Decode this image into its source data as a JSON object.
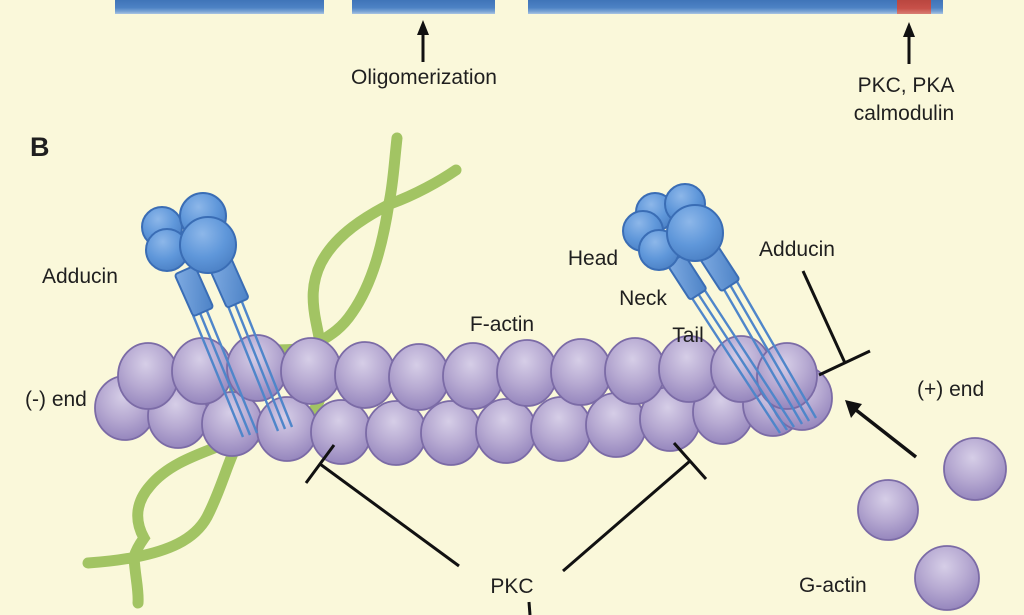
{
  "panelA": {
    "oligomerization": "Oligomerization",
    "kinases_line1": "PKC, PKA",
    "kinases_line2": "calmodulin"
  },
  "panelB": {
    "label": "B",
    "adducin_left": "Adducin",
    "adducin_right": "Adducin",
    "head": "Head",
    "neck": "Neck",
    "tail": "Tail",
    "f_actin": "F-actin",
    "g_actin": "G-actin",
    "minus_end": "(-) end",
    "plus_end": "(+) end",
    "pkc": "PKC"
  },
  "colors": {
    "background": "#faf8da",
    "domain_bar_blue": "#4a7fc1",
    "phospho_site_red": "#c75049",
    "adducin_blue": "#5f97da",
    "actin_purple": "#b7aad2",
    "spectrin_green": "#a2c463",
    "annotation_black": "#1f1f1f"
  }
}
